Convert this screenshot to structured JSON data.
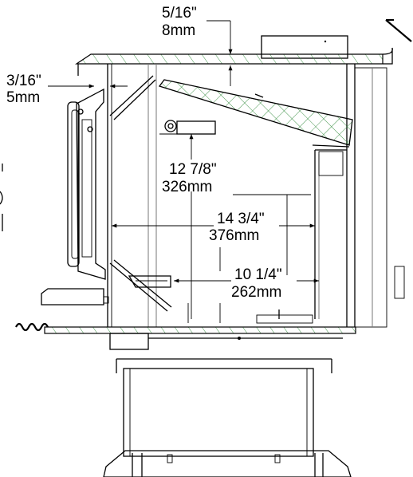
{
  "dimensions": {
    "top_clearance": {
      "imperial": "5/16\"",
      "metric": "8mm"
    },
    "side_clearance": {
      "imperial": "3/16\"",
      "metric": "5mm"
    },
    "baffle_to_floor": {
      "imperial": "12 7/8\"",
      "metric": "326mm"
    },
    "firebox_depth": {
      "imperial": "14 3/4\"",
      "metric": "376mm"
    },
    "firebox_height": {
      "imperial": "10 1/4\"",
      "metric": "262mm"
    }
  },
  "colors": {
    "line": "#000000",
    "insulation_hatch": "#2f8a3a",
    "background": "#ffffff"
  }
}
